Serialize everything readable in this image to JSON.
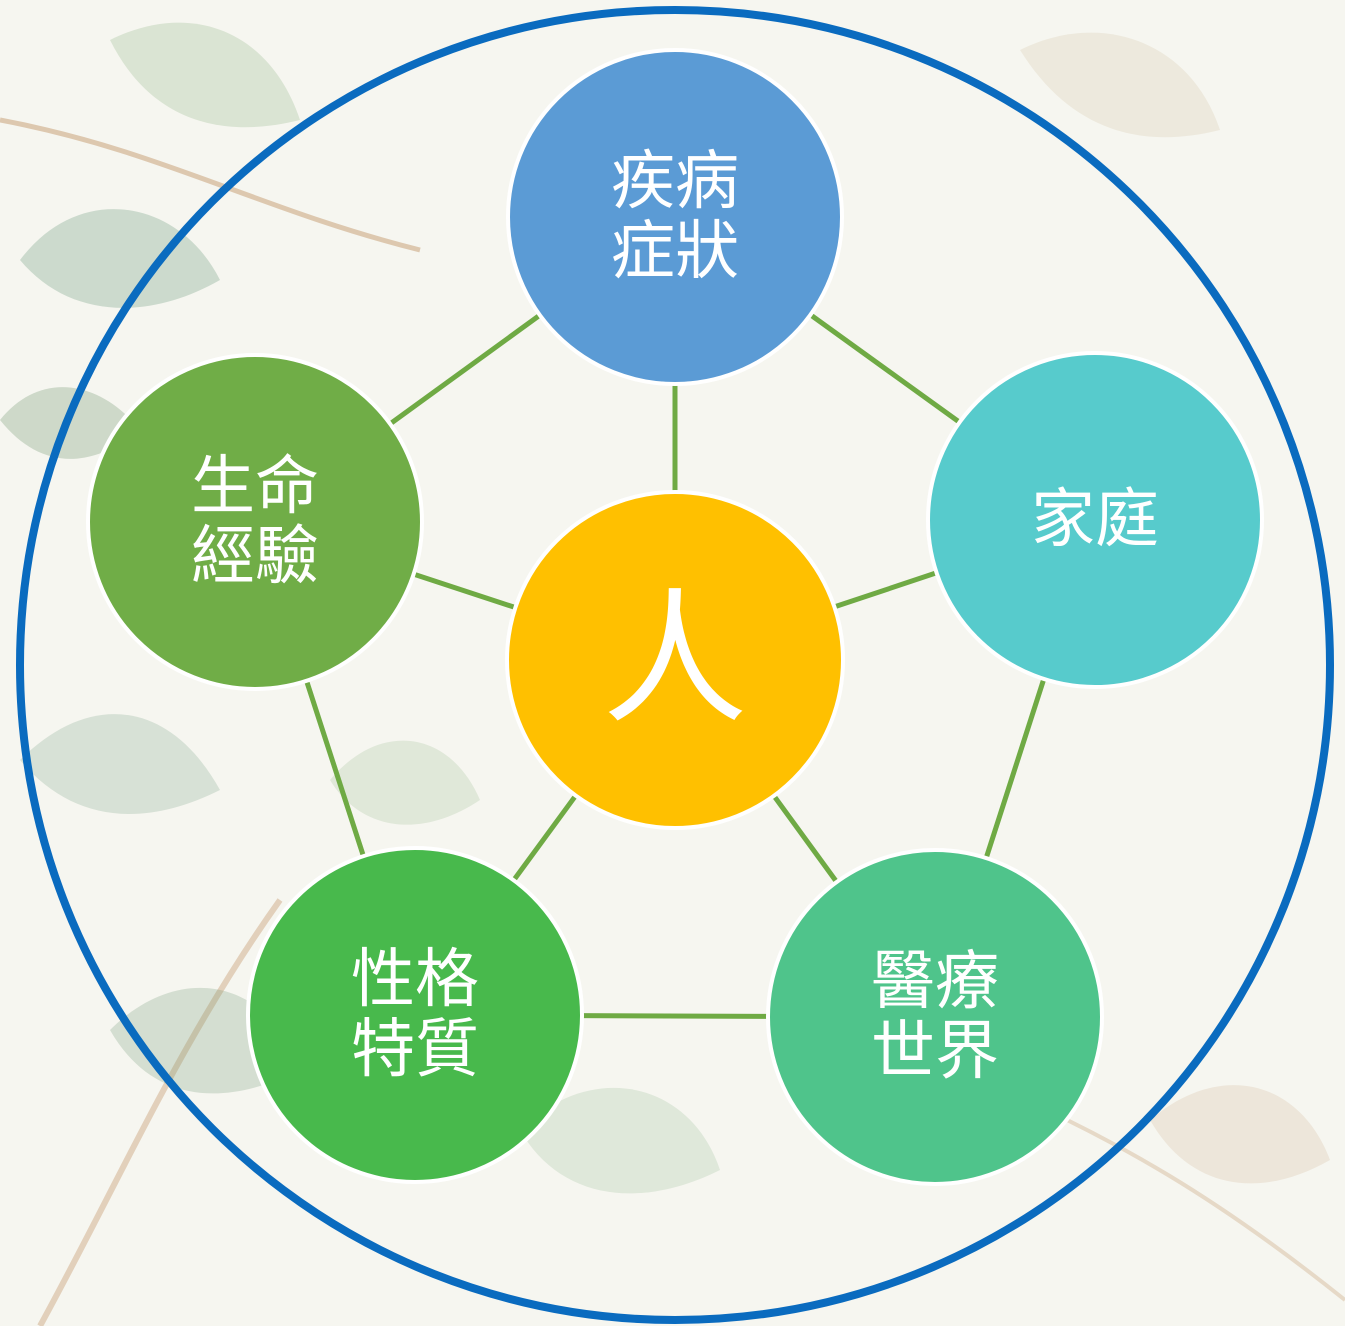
{
  "colors": {
    "background": "#f6f6f0",
    "outer_ring": "#0a6bbf",
    "connector": "#6faa44",
    "leaf_dark": "#4f7f5a",
    "leaf_light": "#9dbf93",
    "branch": "#c9a27a"
  },
  "center": {
    "label": "人",
    "color": "#ffc000"
  },
  "nodes": [
    {
      "id": "disease",
      "lines": [
        "疾病",
        "症狀"
      ],
      "color": "#5b9bd5"
    },
    {
      "id": "family",
      "lines": [
        "家庭"
      ],
      "color": "#57cbcc"
    },
    {
      "id": "medical",
      "lines": [
        "醫療",
        "世界"
      ],
      "color": "#4fc48b"
    },
    {
      "id": "personality",
      "lines": [
        "性格",
        "特質"
      ],
      "color": "#48b94c"
    },
    {
      "id": "life",
      "lines": [
        "生命",
        "經驗"
      ],
      "color": "#70ad47"
    }
  ]
}
